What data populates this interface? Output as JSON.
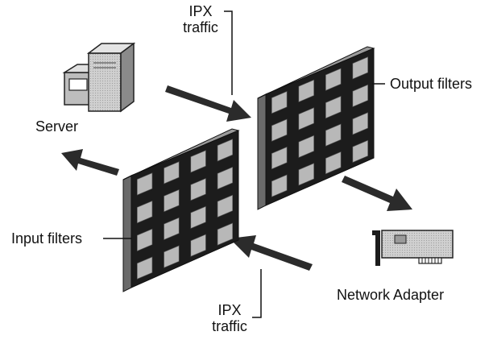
{
  "labels": {
    "ipx_top_line1": "IPX",
    "ipx_top_line2": "traffic",
    "server": "Server",
    "output_filters": "Output filters",
    "input_filters": "Input filters",
    "network_adapter": "Network Adapter",
    "ipx_bottom_line1": "IPX",
    "ipx_bottom_line2": "traffic"
  },
  "colors": {
    "panel_face": "#1c1c1c",
    "panel_side": "#6a6a6a",
    "cell": "#b8b8b8",
    "arrow": "#2b2b2b",
    "server_face": "#c9c9c9",
    "server_side": "#8f8f8f",
    "adapter_board": "#d9d9d9",
    "text": "#111111"
  },
  "filter_grid": {
    "rows": 4,
    "cols": 4
  }
}
